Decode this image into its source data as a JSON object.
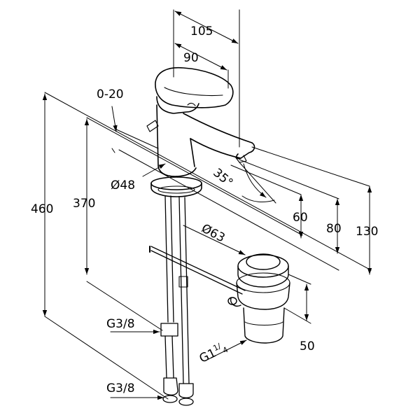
{
  "dimensions": {
    "width_total": "105",
    "width_lever": "90",
    "lever_adjust": "0-20",
    "body_diameter": "Ø48",
    "swing_angle": "35°",
    "height_total": "460",
    "height_hose": "370",
    "spout_60": "60",
    "spout_80": "80",
    "height_130": "130",
    "waste_diameter": "Ø63",
    "waste_height": "50"
  },
  "threads": {
    "upper": "G3/8",
    "lower": "G3/8",
    "waste_base": "G1",
    "waste_frac_num": "1",
    "waste_frac_den": "4"
  }
}
